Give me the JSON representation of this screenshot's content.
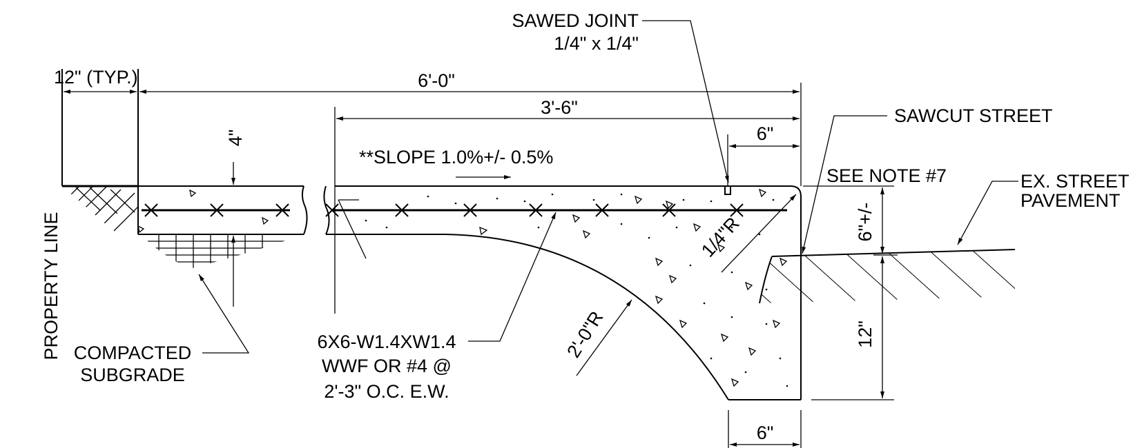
{
  "labels": {
    "sawed_joint_line1": "SAWED JOINT",
    "sawed_joint_line2": "1/4\" x 1/4\"",
    "typ_12": "12\" (TYP.)",
    "dim_6_0": "6'-0\"",
    "dim_3_6": "3'-6\"",
    "dim_6_top": "6\"",
    "dim_4": "4\"",
    "slope": "**SLOPE 1.0%+/- 0.5%",
    "sawcut_street": "SAWCUT STREET",
    "see_note": "SEE NOTE #7",
    "ex_street_line1": "EX. STREET",
    "ex_street_line2": "PAVEMENT",
    "dim_6_pm": "6\"+/-",
    "radius_quarter": "1/4\"R",
    "property_line": "PROPERTY LINE",
    "compacted_line1": "COMPACTED",
    "compacted_line2": "SUBGRADE",
    "wwf_line1": "6X6-W1.4XW1.4",
    "wwf_line2": "WWF OR #4 @",
    "wwf_line3": "2'-3\" O.C. E.W.",
    "radius_2_0": "2'-0\"R",
    "dim_12": "12\"",
    "dim_6_bottom": "6\""
  }
}
